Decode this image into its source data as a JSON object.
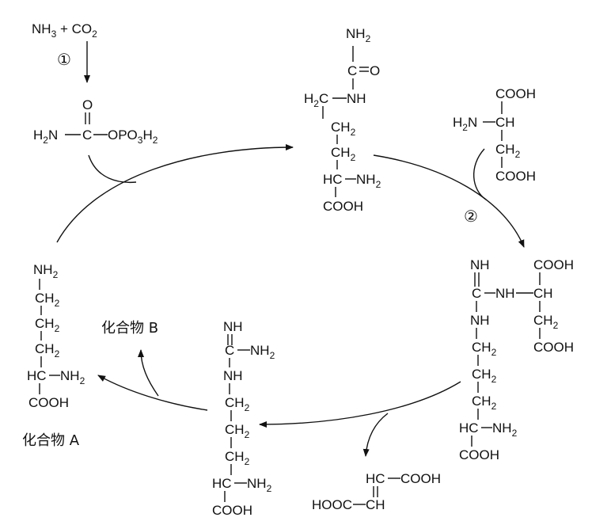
{
  "start": {
    "nh": "NH",
    "nh_sub": "3",
    "plus": " + ",
    "co": "CO",
    "co_sub": "2"
  },
  "step1": "①",
  "step2": "②",
  "carbamoyl_phosphate": {
    "o": "O",
    "h2n": "H",
    "h2n_sub": "2",
    "h2n_n": "N",
    "c": "C",
    "opo": "OPO",
    "opo_sub": "3",
    "opo_h": "H",
    "opo_sub2": "2"
  },
  "citrulline": {
    "nh2_top": "NH",
    "nh2_top_sub": "2",
    "c_eq_o": "C",
    "o": "O",
    "h2c": "H",
    "h2c_sub": "2",
    "h2c_c": "C",
    "nh": "NH",
    "ch2a": "CH",
    "ch2a_sub": "2",
    "ch2b": "CH",
    "ch2b_sub": "2",
    "hc": "HC",
    "nh2": "NH",
    "nh2_sub": "2",
    "cooh": "COOH"
  },
  "aspartate": {
    "cooh_top": "COOH",
    "h2n": "H",
    "h2n_sub": "2",
    "h2n_n": "N",
    "ch": "CH",
    "ch2": "CH",
    "ch2_sub": "2",
    "cooh_bottom": "COOH"
  },
  "argininosuccinate": {
    "nh_top": "NH",
    "cooh_top": "COOH",
    "c": "C",
    "nh_mid": "NH",
    "ch": "CH",
    "nh_low": "NH",
    "ch2_r": "CH",
    "ch2_r_sub": "2",
    "cooh_r": "COOH",
    "ch2a": "CH",
    "ch2a_sub": "2",
    "ch2b": "CH",
    "ch2b_sub": "2",
    "ch2c": "CH",
    "ch2c_sub": "2",
    "hc": "HC",
    "nh2": "NH",
    "nh2_sub": "2",
    "cooh": "COOH"
  },
  "fumarate": {
    "hc": "HC",
    "cooh_r": "COOH",
    "hooc": "HOOC",
    "c": "C",
    "ch": "CH"
  },
  "arginine": {
    "nh_top": "NH",
    "c": "C",
    "nh2": "NH",
    "nh2_sub": "2",
    "nh": "NH",
    "ch2a": "CH",
    "ch2a_sub": "2",
    "ch2b": "CH",
    "ch2b_sub": "2",
    "ch2c": "CH",
    "ch2c_sub": "2",
    "hc": "HC",
    "nh2b": "NH",
    "nh2b_sub": "2",
    "cooh": "COOH"
  },
  "ornithine": {
    "nh2_top": "NH",
    "nh2_top_sub": "2",
    "ch2a": "CH",
    "ch2a_sub": "2",
    "ch2b": "CH",
    "ch2b_sub": "2",
    "ch2c": "CH",
    "ch2c_sub": "2",
    "hc": "HC",
    "nh2": "NH",
    "nh2_sub": "2",
    "cooh": "COOH"
  },
  "compound_a": "化合物 A",
  "compound_b": "化合物 B"
}
